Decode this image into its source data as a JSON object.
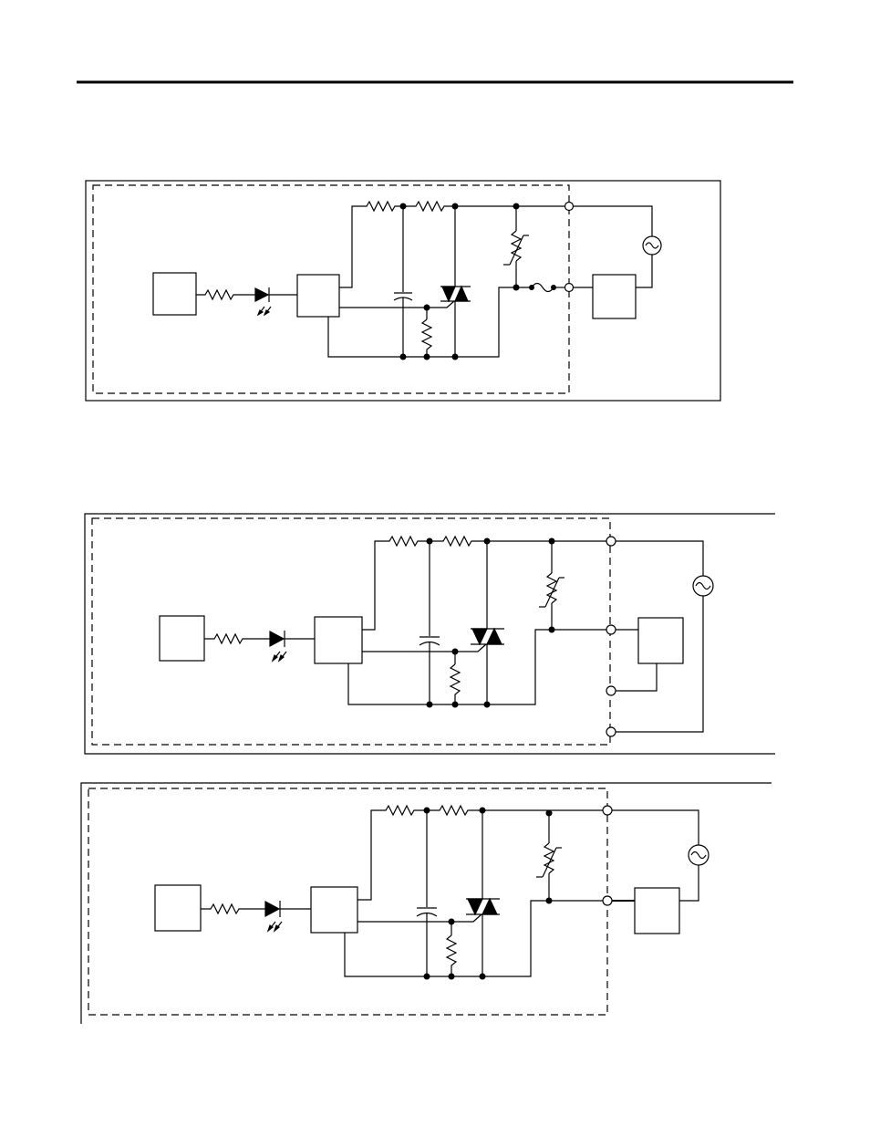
{
  "page": {
    "header_rule_color": "#000000",
    "line_color": "#000000",
    "background_color": "#ffffff"
  },
  "diagrams": [
    {
      "label": "",
      "variant": "fuse-to-load",
      "components": [
        "controller-block",
        "input-resistor",
        "led",
        "opto-triac-driver",
        "gate-resistor-1",
        "gate-resistor-2",
        "snubber-capacitor",
        "gate-to-mt1-resistor",
        "triac",
        "varistor",
        "fuse",
        "load",
        "ac-source"
      ]
    },
    {
      "label": "",
      "variant": "four-terminal-load",
      "components": [
        "controller-block",
        "input-resistor",
        "led",
        "opto-triac-driver",
        "gate-resistor-1",
        "gate-resistor-2",
        "snubber-capacitor",
        "gate-to-mt1-resistor",
        "triac",
        "varistor",
        "load",
        "ac-source"
      ]
    },
    {
      "label": "",
      "variant": "direct-load",
      "components": [
        "controller-block",
        "input-resistor",
        "led",
        "opto-triac-driver",
        "gate-resistor-1",
        "gate-resistor-2",
        "snubber-capacitor",
        "gate-to-mt1-resistor",
        "triac",
        "varistor",
        "load",
        "ac-source"
      ]
    }
  ]
}
